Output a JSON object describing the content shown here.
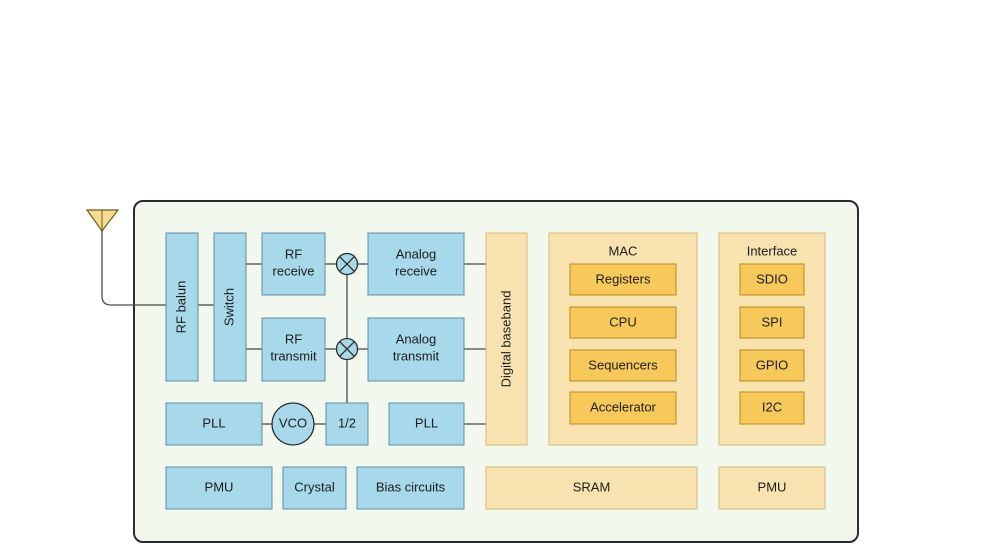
{
  "colors": {
    "board_fill": "#f3f8ee",
    "board_stroke": "#2b2b2b",
    "rf_block": "#a7d9ea",
    "digital_group": "#f8e2b0",
    "digital_block": "#f7c85a",
    "antenna": "#f5dc8e"
  },
  "blocks": {
    "rf_balun": "RF balun",
    "switch": "Switch",
    "rf_receive": [
      "RF",
      "receive"
    ],
    "rf_transmit": [
      "RF",
      "transmit"
    ],
    "analog_receive": [
      "Analog",
      "receive"
    ],
    "analog_transmit": [
      "Analog",
      "transmit"
    ],
    "pll_left": "PLL",
    "vco": "VCO",
    "divider": "1/2",
    "pll_right": "PLL",
    "digital_baseband": "Digital baseband",
    "pmu_left": "PMU",
    "crystal": "Crystal",
    "bias_circuits": "Bias circuits",
    "sram": "SRAM",
    "pmu_right": "PMU"
  },
  "mac": {
    "title": "MAC",
    "items": [
      "Registers",
      "CPU",
      "Sequencers",
      "Accelerator"
    ]
  },
  "interface": {
    "title": "Interface",
    "items": [
      "SDIO",
      "SPI",
      "GPIO",
      "I2C"
    ]
  },
  "icons": {
    "antenna": "antenna-icon",
    "mixer": "mixer-icon"
  }
}
